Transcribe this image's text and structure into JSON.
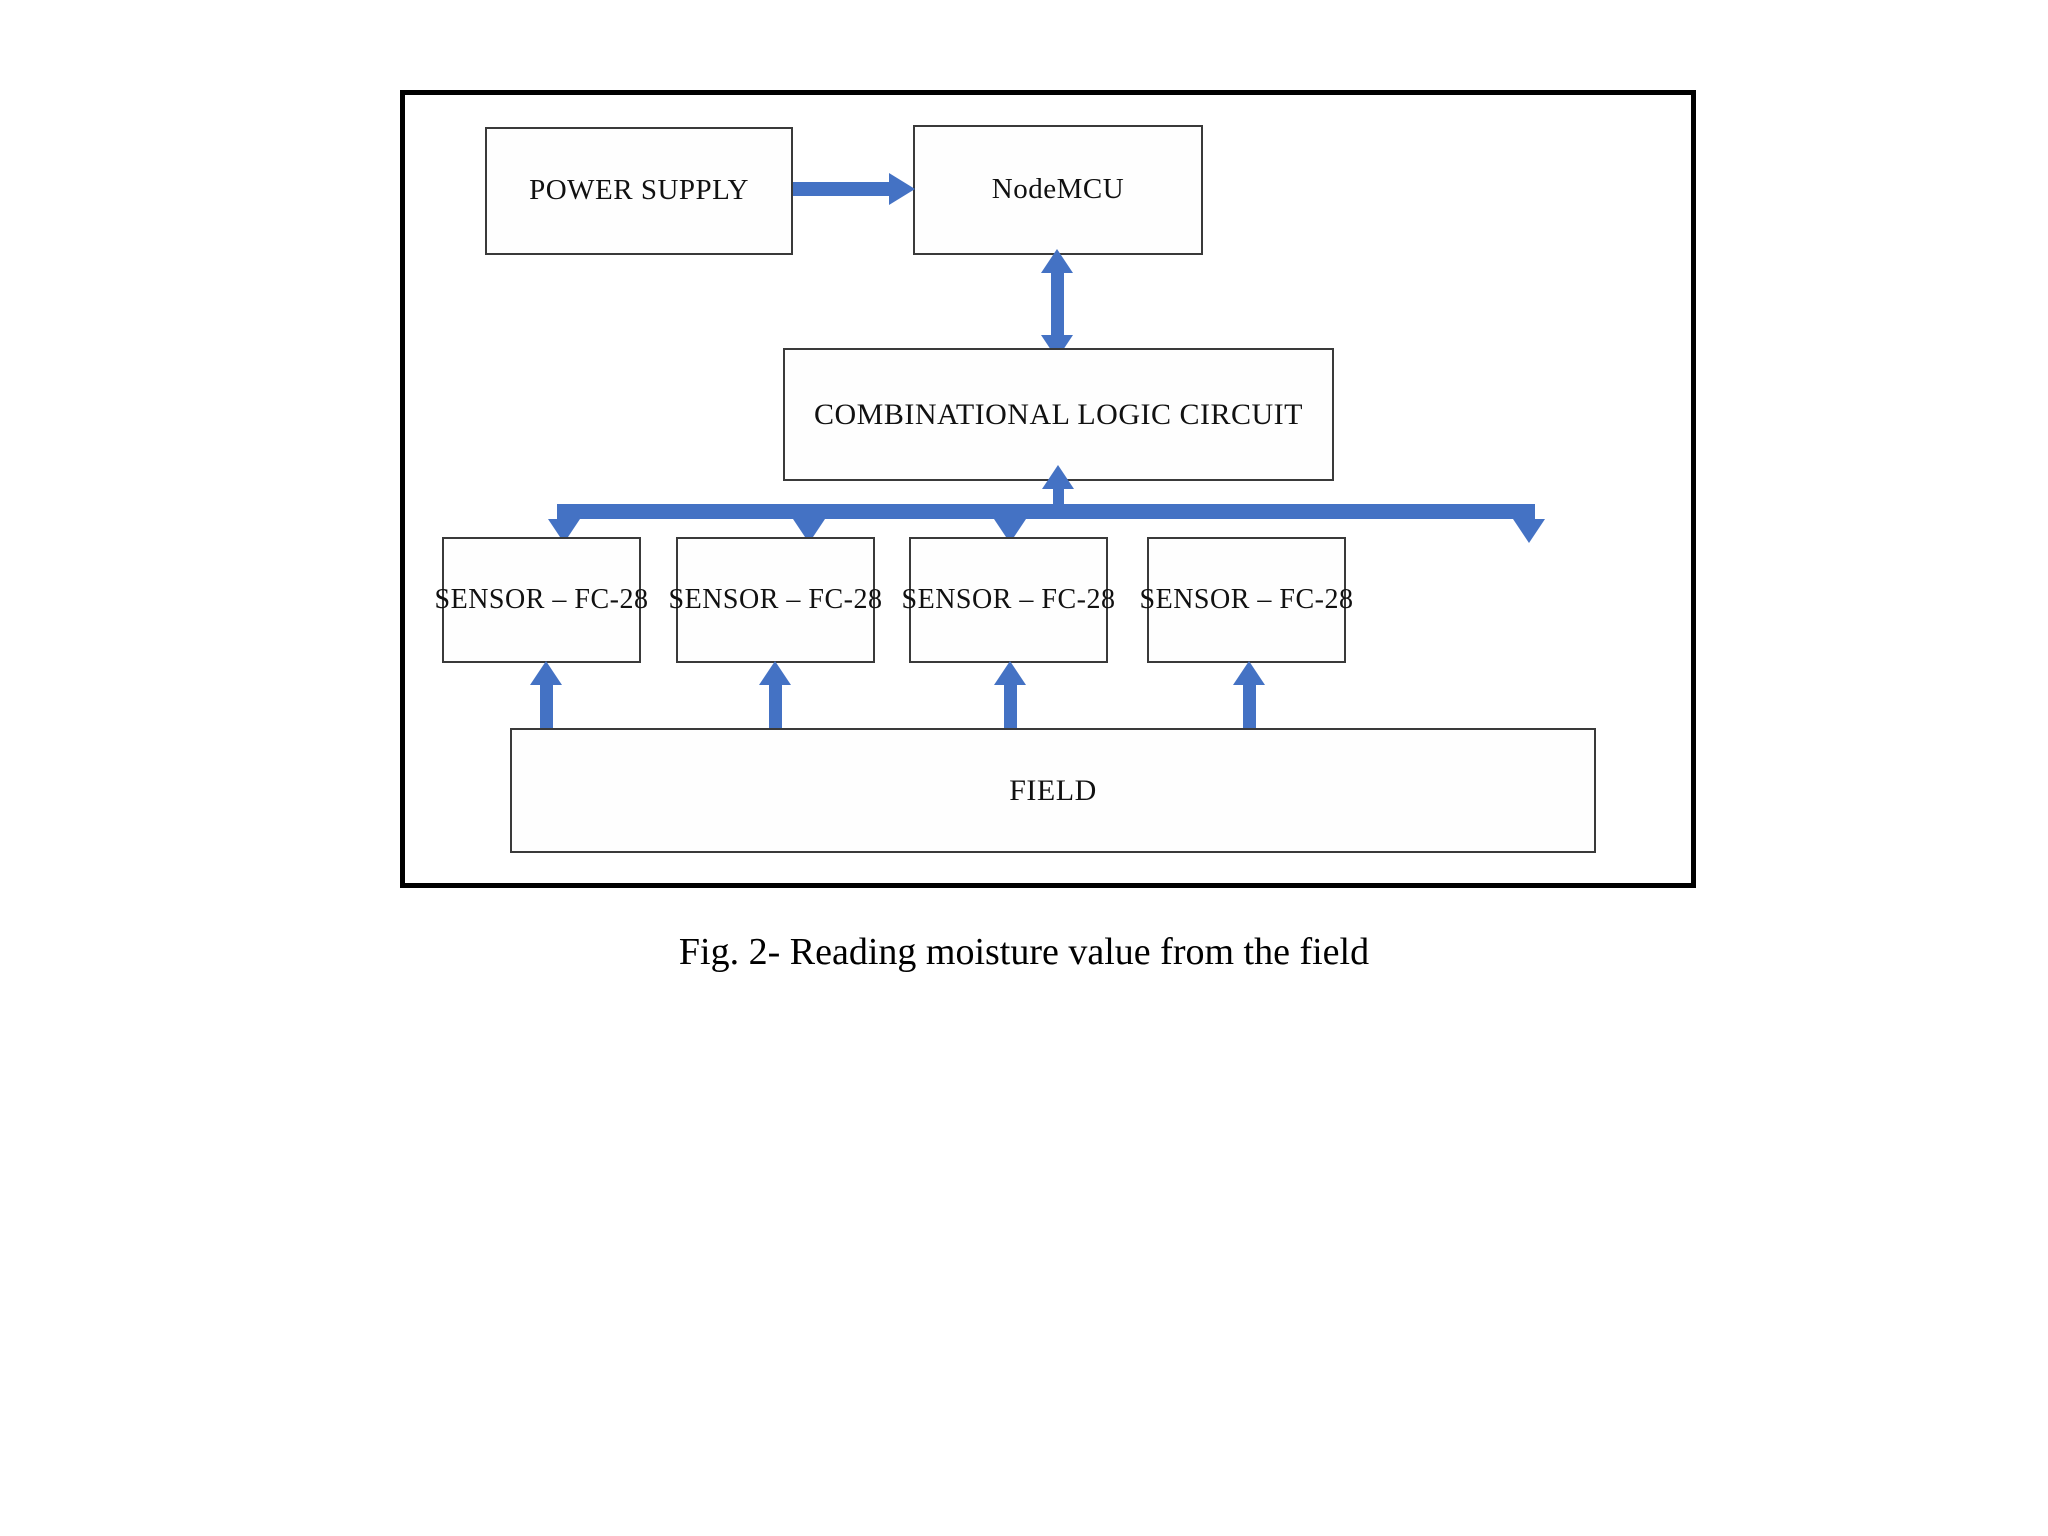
{
  "figure": {
    "caption": "Fig. 2- Reading moisture value from the field",
    "accent_color": "#4472C4",
    "border_color": "#000000",
    "box_border_color": "#3a3a3a",
    "background_color": "#ffffff"
  },
  "blocks": {
    "power_supply": {
      "label": "POWER SUPPLY"
    },
    "nodemcu": {
      "label": "NodeMCU"
    },
    "logic_circuit": {
      "label": "COMBINATIONAL LOGIC CIRCUIT"
    },
    "field": {
      "label": "FIELD"
    },
    "sensors": [
      {
        "label": "SENSOR – FC-28"
      },
      {
        "label": "SENSOR – FC-28"
      },
      {
        "label": "SENSOR – FC-28"
      },
      {
        "label": "SENSOR – FC-28"
      }
    ]
  },
  "connections": [
    {
      "name": "power-supply-to-nodemcu",
      "from": "POWER SUPPLY",
      "to": "NodeMCU",
      "direction": "one-way"
    },
    {
      "name": "nodemcu-to-logic-circuit",
      "from": "NodeMCU",
      "to": "COMBINATIONAL LOGIC CIRCUIT",
      "direction": "two-way"
    },
    {
      "name": "sensor-bus-to-logic-circuit",
      "from": "SENSOR BUS",
      "to": "COMBINATIONAL LOGIC CIRCUIT",
      "direction": "one-way"
    },
    {
      "name": "bus-to-sensor-1",
      "from": "SENSOR BUS",
      "to": "SENSOR – FC-28",
      "direction": "one-way"
    },
    {
      "name": "bus-to-sensor-2",
      "from": "SENSOR BUS",
      "to": "SENSOR – FC-28",
      "direction": "one-way"
    },
    {
      "name": "bus-to-sensor-3",
      "from": "SENSOR BUS",
      "to": "SENSOR – FC-28",
      "direction": "one-way"
    },
    {
      "name": "bus-to-sensor-4",
      "from": "SENSOR BUS",
      "to": "SENSOR – FC-28",
      "direction": "one-way"
    },
    {
      "name": "field-to-sensor-1",
      "from": "FIELD",
      "to": "SENSOR – FC-28",
      "direction": "one-way"
    },
    {
      "name": "field-to-sensor-2",
      "from": "FIELD",
      "to": "SENSOR – FC-28",
      "direction": "one-way"
    },
    {
      "name": "field-to-sensor-3",
      "from": "FIELD",
      "to": "SENSOR – FC-28",
      "direction": "one-way"
    },
    {
      "name": "field-to-sensor-4",
      "from": "FIELD",
      "to": "SENSOR – FC-28",
      "direction": "one-way"
    }
  ]
}
